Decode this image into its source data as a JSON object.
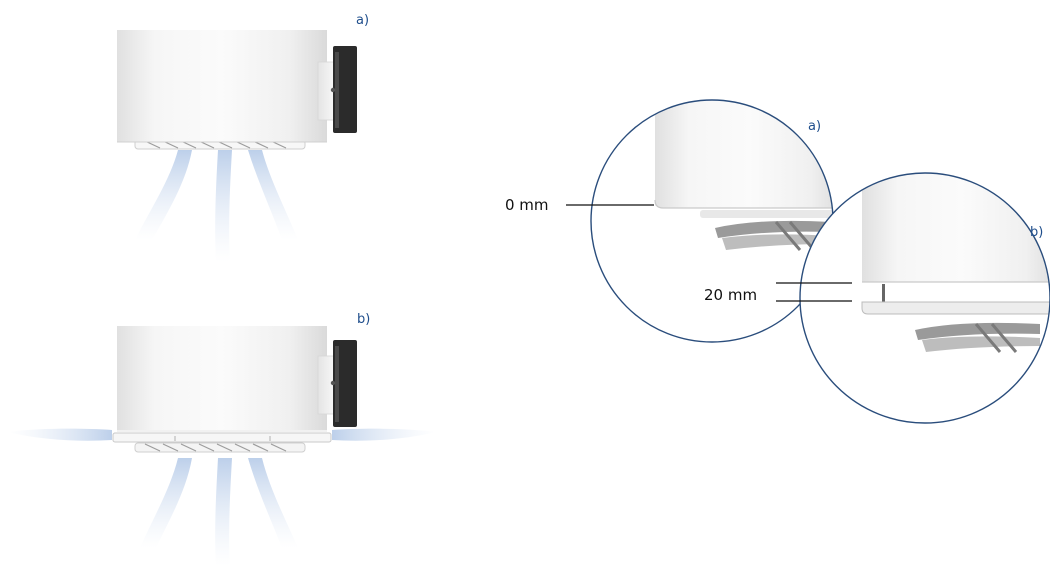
{
  "figure": {
    "unit_a": {
      "label": "a)"
    },
    "unit_b": {
      "label": "b)"
    },
    "detail_a": {
      "label": "a)",
      "gap_label": "0 mm"
    },
    "detail_b": {
      "label": "b)",
      "gap_label": "20 mm"
    }
  },
  "colors": {
    "callout_label": "#1f4e8c",
    "circle_outline": "#2a4d7c",
    "airflow": "#c6d6ec",
    "housing": "#f1f1f1",
    "duct": "#2b2b2b"
  }
}
